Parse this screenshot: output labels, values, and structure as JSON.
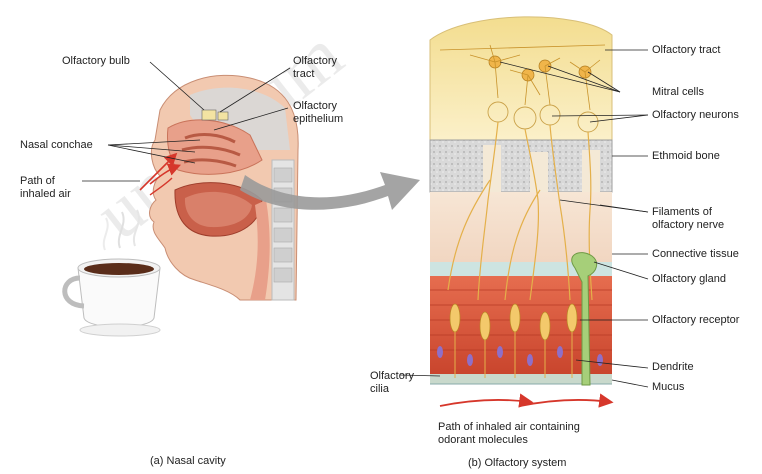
{
  "watermark": "unitarium",
  "left_panel": {
    "caption": "(a) Nasal cavity",
    "labels": {
      "olfactory_bulb": "Olfactory bulb",
      "olfactory_tract": "Olfactory\ntract",
      "olfactory_epithelium": "Olfactory\nepithelium",
      "nasal_conchae": "Nasal conchae",
      "path_of_inhaled_air": "Path of\ninhaled air"
    }
  },
  "right_panel": {
    "caption": "(b) Olfactory system",
    "labels": {
      "olfactory_tract": "Olfactory tract",
      "mitral_cells": "Mitral cells",
      "olfactory_neurons": "Olfactory neurons",
      "ethmoid_bone": "Ethmoid bone",
      "filaments": "Filaments of\nolfactory nerve",
      "connective_tissue": "Connective tissue",
      "olfactory_gland": "Olfactory gland",
      "olfactory_receptor": "Olfactory receptor",
      "dendrite": "Dendrite",
      "mucus": "Mucus",
      "olfactory_cilia": "Olfactory\ncilia",
      "inhaled_air_path": "Path of inhaled air containing\nodorant molecules"
    }
  },
  "colors": {
    "skin": "#f2c9b0",
    "tissue": "#e8a08a",
    "bone": "#cfcfcf",
    "bulb_layer": "#f6e6b0",
    "connective": "#f4dcc6",
    "muscle": "#d95a3d",
    "nerve": "#e7b84a",
    "arrow_red": "#d6372b",
    "big_arrow": "#9a9a9a"
  }
}
